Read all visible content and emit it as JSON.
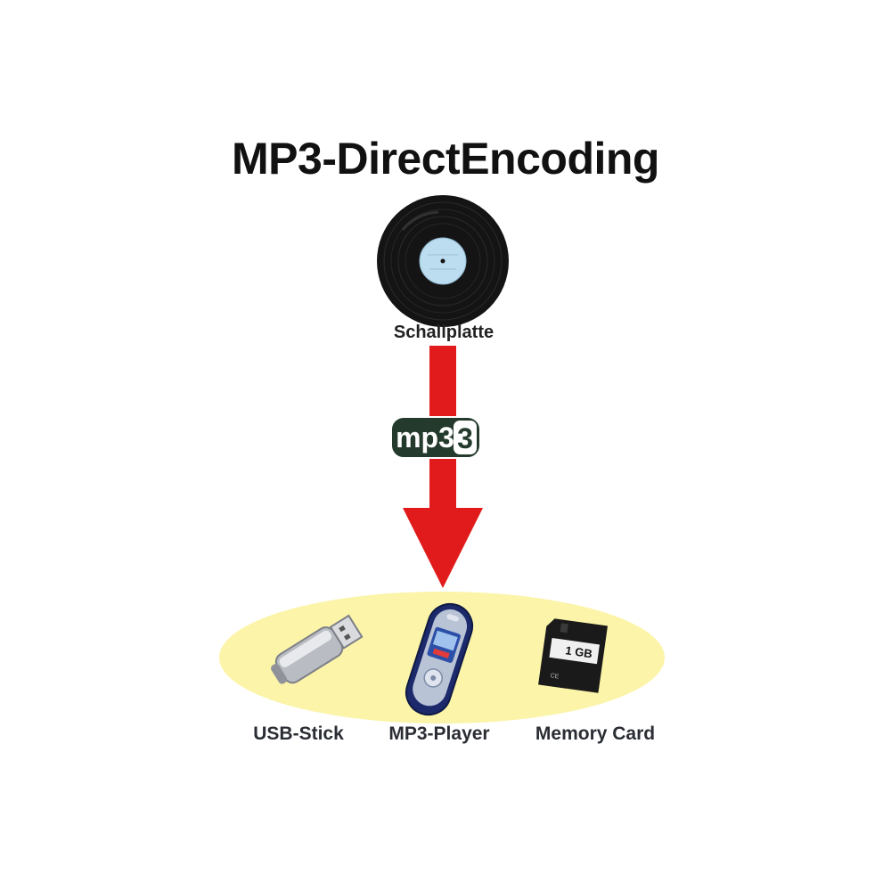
{
  "title": "MP3-DirectEncoding",
  "source": {
    "label": "Schallplatte",
    "icon": "vinyl-record-icon"
  },
  "flow": {
    "badge_text": "mp3",
    "arrow_color": "#e11b1b",
    "badge_color": "#233a2c"
  },
  "targets": [
    {
      "label": "USB-Stick",
      "icon": "usb-stick-icon"
    },
    {
      "label": "MP3-Player",
      "icon": "mp3-player-icon"
    },
    {
      "label": "Memory Card",
      "icon": "memory-card-icon",
      "capacity": "1 GB"
    }
  ],
  "colors": {
    "ellipse": "#fcf4a8",
    "record": "#141414",
    "record_label": "#bcdcef"
  }
}
